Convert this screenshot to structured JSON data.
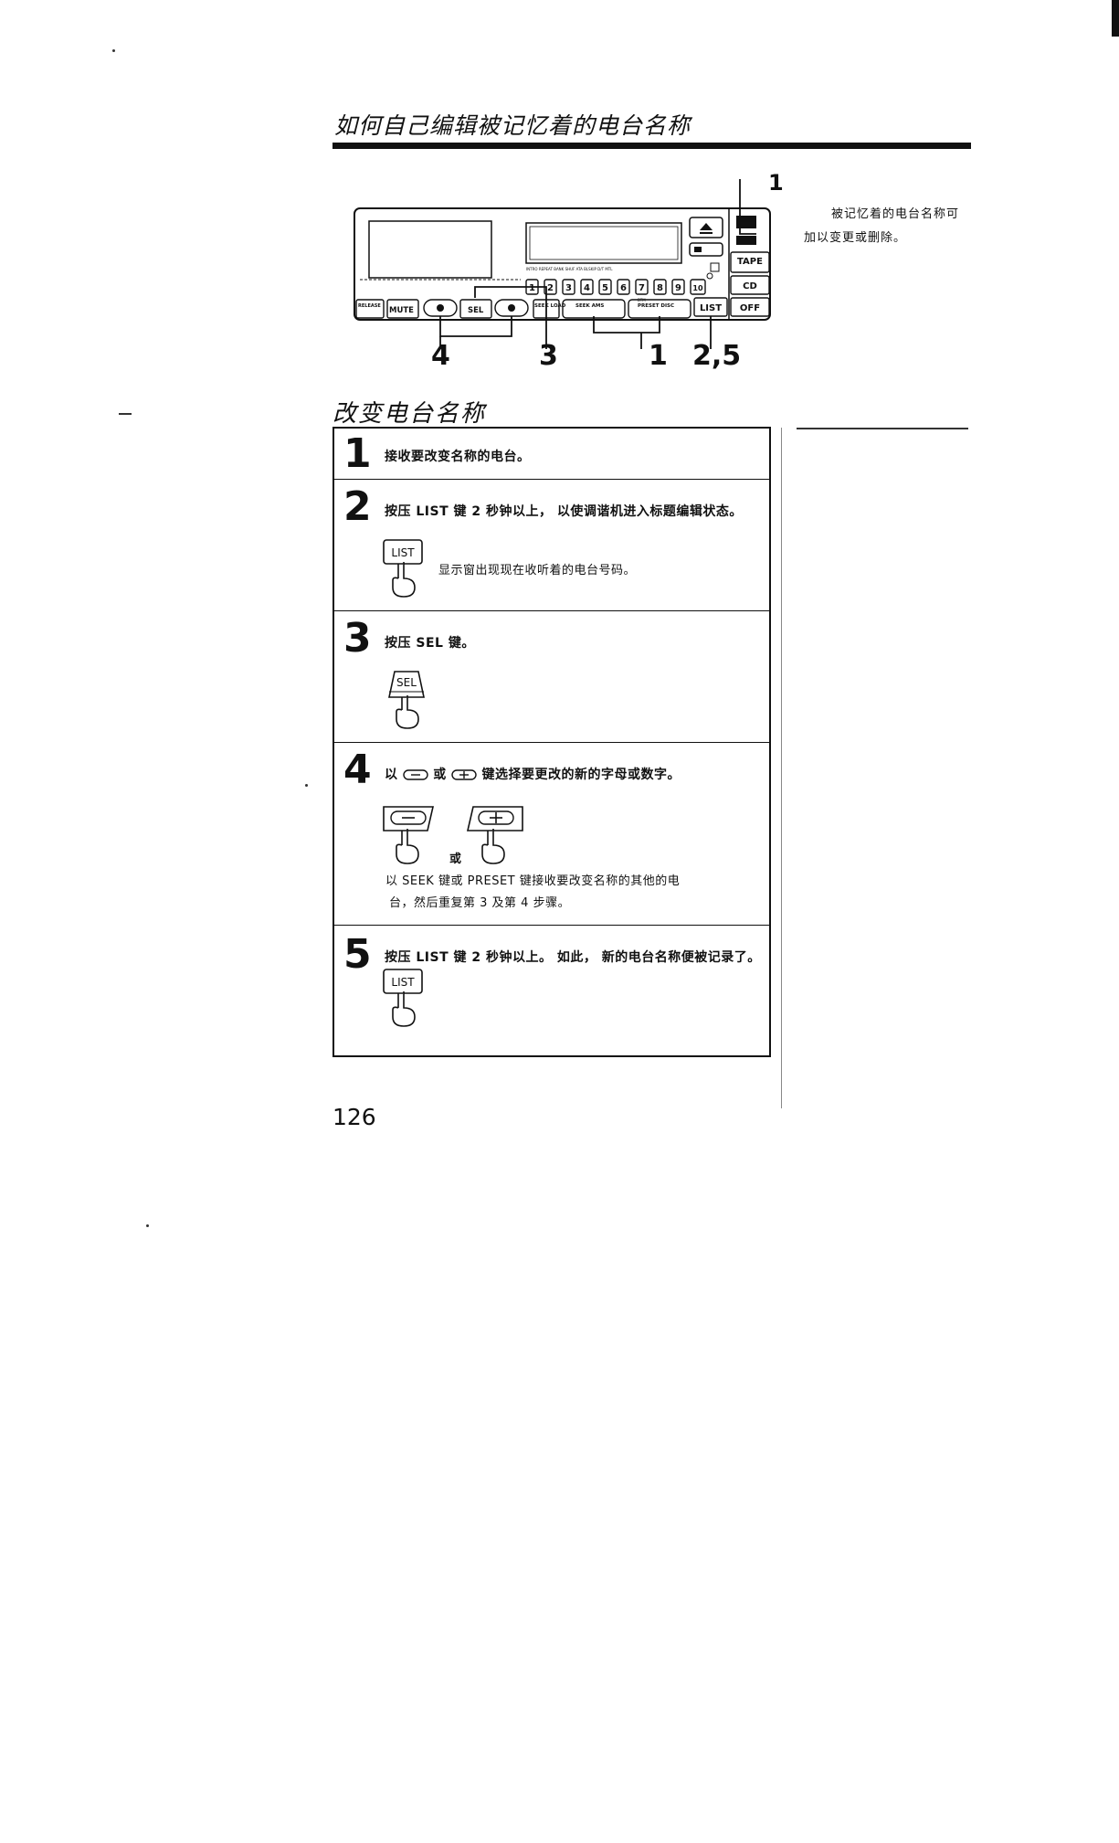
{
  "header": {
    "title": "如何自己编辑被记忆着的电台名称"
  },
  "figure": {
    "labels": {
      "release": "RELEASE",
      "mute": "MUTE",
      "sel": "SEL",
      "seek_load": "SEEK LOAD",
      "seek_ams": "SEEK AMS",
      "preset_disc": "PRESET DISC",
      "list": "LIST",
      "tape": "TAPE",
      "cd": "CD",
      "off": "OFF",
      "presets": [
        "1",
        "2",
        "3",
        "4",
        "5",
        "6",
        "7",
        "8",
        "9",
        "10"
      ]
    },
    "callouts": {
      "top": "1",
      "c4": "4",
      "c3": "3",
      "c1": "1",
      "c25": "2,5"
    }
  },
  "side_note": {
    "line1": "被记忆着的电台名称可",
    "line2": "加以变更或删除。"
  },
  "section": {
    "title": "改变电台名称"
  },
  "steps": [
    {
      "num": "1",
      "text": "接收要改变名称的电台。"
    },
    {
      "num": "2",
      "text": "按压 LIST 键 2 秒钟以上， 以使调谐机进入标题编辑状态。",
      "key_label": "LIST",
      "sub": "显示窗出现现在收听着的电台号码。"
    },
    {
      "num": "3",
      "text": "按压 SEL 键。",
      "key_label": "SEL"
    },
    {
      "num": "4",
      "text_a": "以",
      "text_b": "或",
      "text_c": "键选择要更改的新的字母或数字。",
      "or_label": "或",
      "note_line1": "以 SEEK 键或 PRESET 键接收要改变名称的其他的电",
      "note_line2": "台，然后重复第 3 及第 4 步骤。"
    },
    {
      "num": "5",
      "text": "按压 LIST 键 2 秒钟以上。 如此， 新的电台名称便被记录了。",
      "key_label": "LIST"
    }
  ],
  "page_number": "126"
}
